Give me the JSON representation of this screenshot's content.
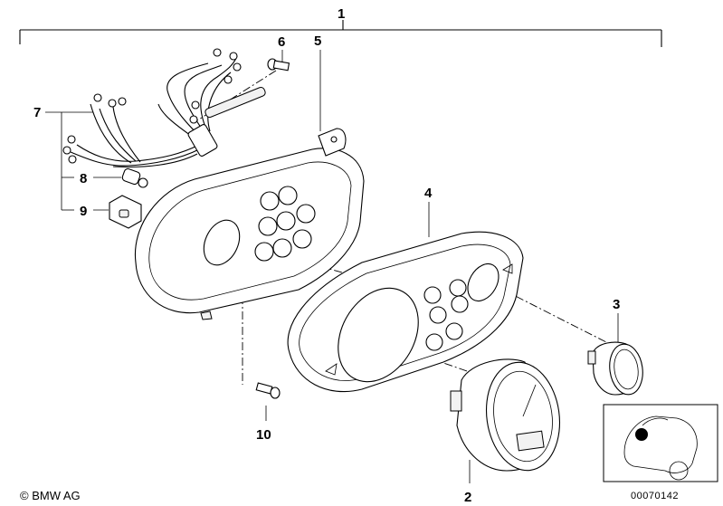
{
  "callouts": {
    "c1": "1",
    "c2": "2",
    "c3": "3",
    "c4": "4",
    "c5": "5",
    "c6": "6",
    "c7": "7",
    "c8": "8",
    "c9": "9",
    "c10": "10"
  },
  "footer": {
    "copyright": "© BMW AG",
    "document_number": "00070142"
  },
  "icons": {
    "location_thumbnail": "motorcycle-location-icon"
  }
}
